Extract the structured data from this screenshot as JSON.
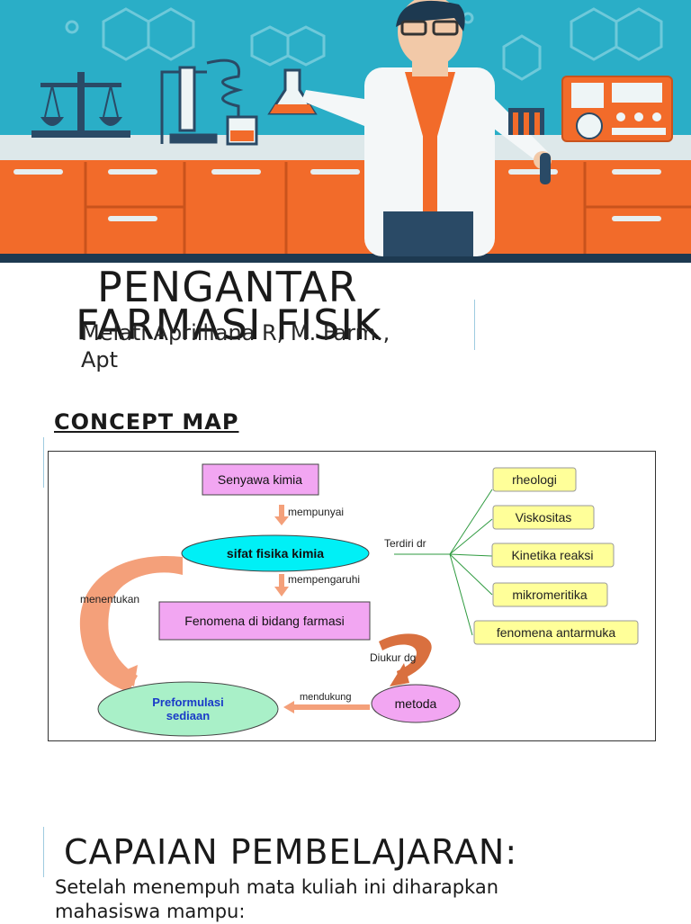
{
  "title": {
    "line1": "PENGANTAR",
    "line2": "FARMASI FISIK"
  },
  "author": {
    "line1": "Melati Aprilliana R, M. Farm.,",
    "line2": "Apt"
  },
  "concept_map": {
    "heading": "CONCEPT MAP",
    "nodes": {
      "senyawa": "Senyawa kimia",
      "sifat": "sifat fisika kimia",
      "fenomena": "Fenomena di bidang farmasi",
      "metoda": "metoda",
      "preformulasi_1": "Preformulasi",
      "preformulasi_2": "sediaan"
    },
    "edges": {
      "mempunyai": "mempunyai",
      "mempengaruhi": "mempengaruhi",
      "menentukan": "menentukan",
      "terdiri_dr": "Terdiri dr",
      "diukur_dg": "Diukur dg",
      "mendukung": "mendukung"
    },
    "branches": [
      "rheologi",
      "Viskositas",
      "Kinetika reaksi",
      "mikromeritika",
      "fenomena antarmuka"
    ]
  },
  "capaian": {
    "heading": "CAPAIAN PEMBELAJARAN:",
    "line1": "Setelah menempuh mata kuliah ini diharapkan",
    "line2": "mahasiswa mampu:"
  }
}
